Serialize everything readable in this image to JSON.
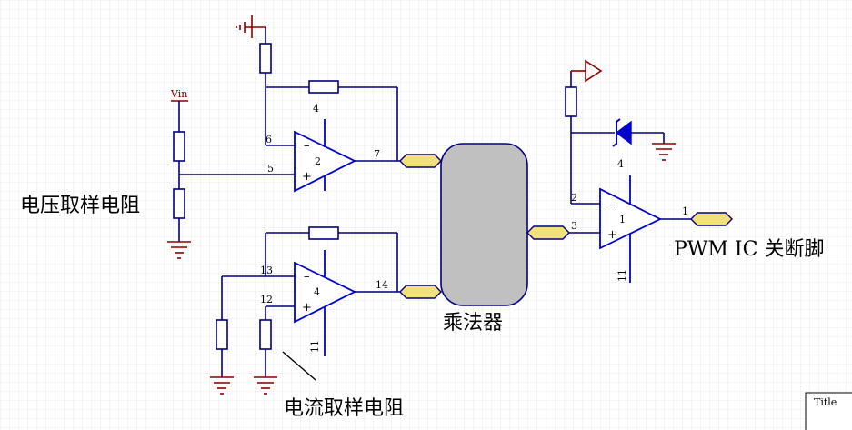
{
  "labels": {
    "vin": "Vin",
    "voltage_sense": "电压取样电阻",
    "current_sense": "电流取样电阻",
    "multiplier": "乘法器",
    "pwm_shutdown": "PWM IC 关断脚",
    "title_block": "Title"
  },
  "opamps": [
    {
      "unit": "2",
      "pins": {
        "inv": "6",
        "noninv": "5",
        "out": "7",
        "vcc": "4"
      }
    },
    {
      "unit": "4",
      "pins": {
        "inv": "13",
        "noninv": "12",
        "out": "14",
        "vee": "11"
      }
    },
    {
      "unit": "1",
      "pins": {
        "inv": "2",
        "noninv": "3",
        "out": "1",
        "vcc": "4",
        "vee": "11"
      }
    }
  ],
  "colors": {
    "wire": "#000080",
    "opamp": "#0000cc",
    "ground": "#8b0000",
    "port": "#f2e07a",
    "multiplier_fill": "#c0c0c0",
    "grid": "#e6e6e6"
  }
}
